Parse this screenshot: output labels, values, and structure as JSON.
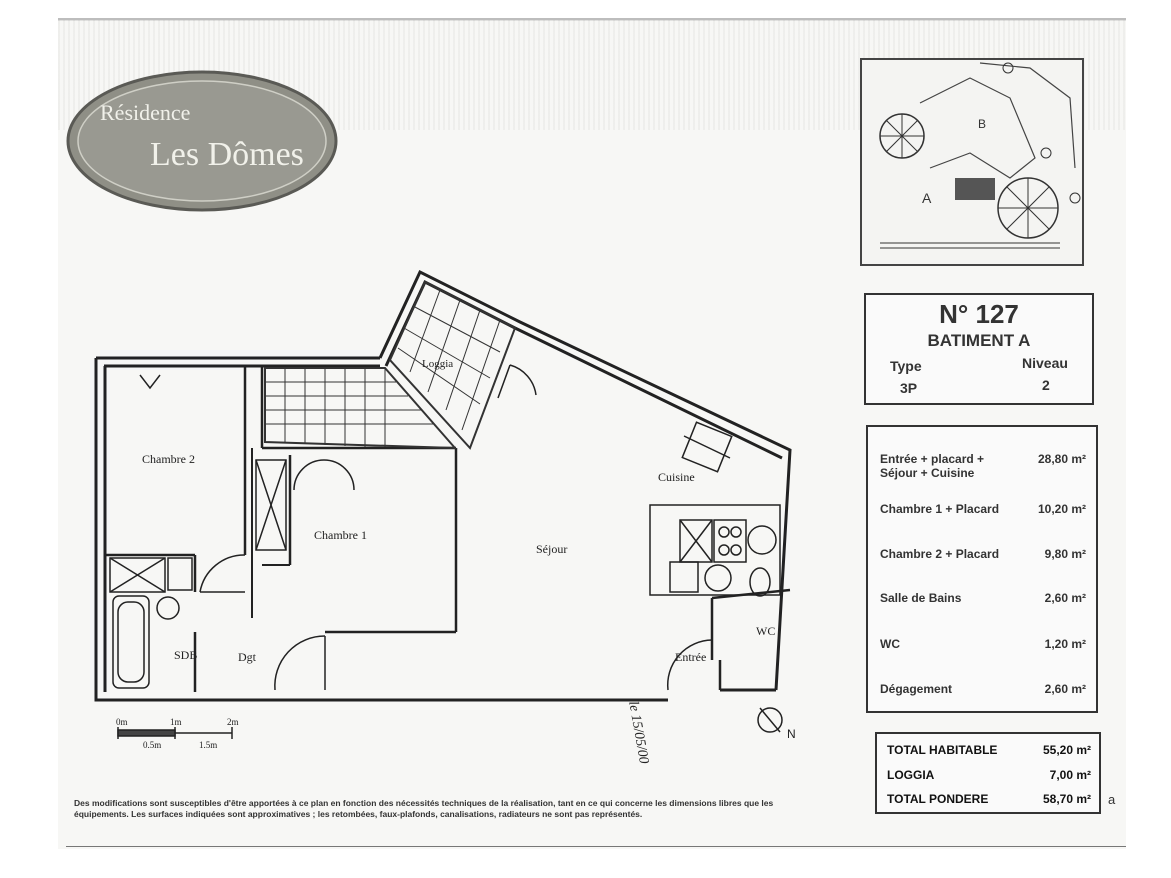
{
  "logo": {
    "line1": "Résidence",
    "line2": "Les Dômes"
  },
  "site_plan": {
    "building_a": "A",
    "building_b": "B"
  },
  "title_box": {
    "number": "N° 127",
    "building": "BATIMENT A",
    "type_label": "Type",
    "type_value": "3P",
    "level_label": "Niveau",
    "level_value": "2"
  },
  "areas": [
    {
      "name": "Entrée + placard + Séjour + Cuisine",
      "value": "28,80 m²"
    },
    {
      "name": "Chambre 1 + Placard",
      "value": "10,20 m²"
    },
    {
      "name": "Chambre 2 + Placard",
      "value": "9,80 m²"
    },
    {
      "name": "Salle de Bains",
      "value": "2,60 m²"
    },
    {
      "name": "WC",
      "value": "1,20 m²"
    },
    {
      "name": "Dégagement",
      "value": "2,60 m²"
    }
  ],
  "totals": [
    {
      "name": "TOTAL HABITABLE",
      "value": "55,20 m²"
    },
    {
      "name": "LOGGIA",
      "value": "7,00 m²"
    },
    {
      "name": "TOTAL PONDERE",
      "value": "58,70 m²"
    }
  ],
  "plan": {
    "chambre2": "Chambre 2",
    "chambre1": "Chambre 1",
    "sejour": "Séjour",
    "cuisine": "Cuisine",
    "loggia": "Loggia",
    "sdb": "SDB",
    "dgt": "Dgt",
    "entree": "Entrée",
    "wc": "WC",
    "north": "N",
    "handwritten": "le 15/05/00"
  },
  "scale": {
    "t0": "0m",
    "t1": "1m",
    "t2": "2m",
    "b1": "0.5m",
    "b2": "1.5m"
  },
  "disclaimer": "Des modifications sont susceptibles d'être apportées à ce plan en fonction des nécessités techniques de la réalisation, tant en ce qui concerne les dimensions libres que les équipements. Les surfaces indiquées sont approximatives ; les retombées, faux-plafonds, canalisations, radiateurs ne sont pas représentés.",
  "corner_mark": "a"
}
